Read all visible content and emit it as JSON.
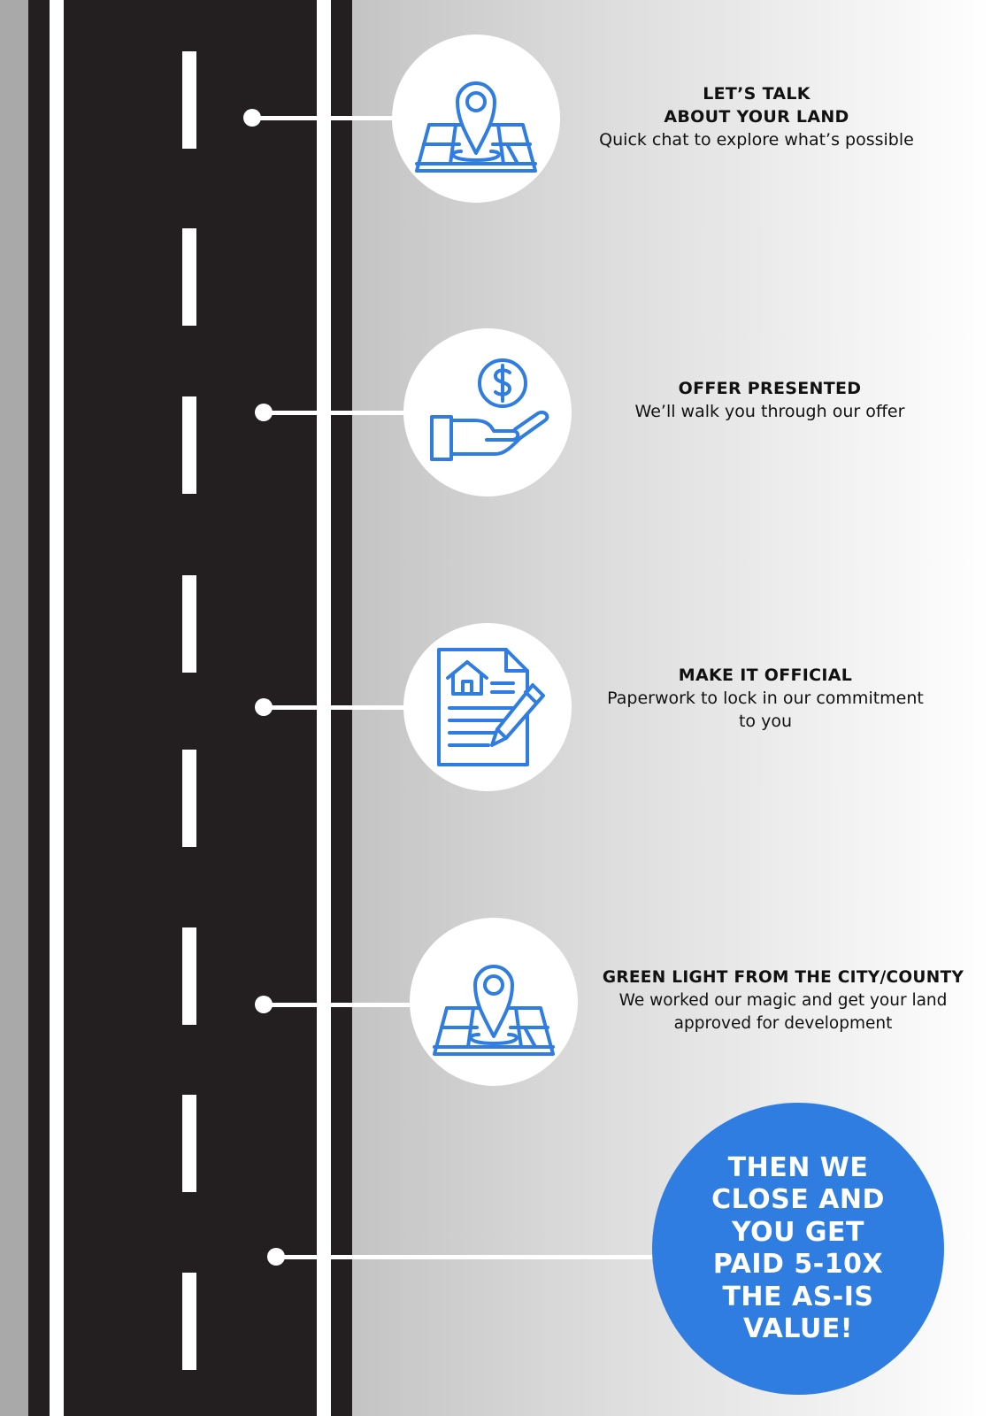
{
  "steps": [
    {
      "title_lines": [
        "LET’S TALK",
        "ABOUT YOUR LAND"
      ],
      "desc_lines": [
        "Quick chat to explore what’s possible"
      ],
      "icon": "map-pin-icon"
    },
    {
      "title_lines": [
        "OFFER PRESENTED"
      ],
      "desc_lines": [
        "We’ll walk you through our offer"
      ],
      "icon": "hand-dollar-icon"
    },
    {
      "title_lines": [
        "MAKE IT OFFICIAL"
      ],
      "desc_lines": [
        "Paperwork to lock in our commitment",
        "to you"
      ],
      "icon": "document-pencil-icon"
    },
    {
      "title_lines": [
        "GREEN LIGHT FROM THE CITY/COUNTY"
      ],
      "desc_lines": [
        "We worked our magic and get your land",
        "approved for development"
      ],
      "icon": "map-pin-icon"
    }
  ],
  "final": {
    "lines": [
      "THEN WE",
      "CLOSE AND",
      "YOU GET",
      "PAID 5-10X",
      "THE AS-IS",
      "VALUE!"
    ]
  },
  "colors": {
    "accent": "#2f7de1",
    "road": "#231f20",
    "road_line": "#ffffff"
  }
}
